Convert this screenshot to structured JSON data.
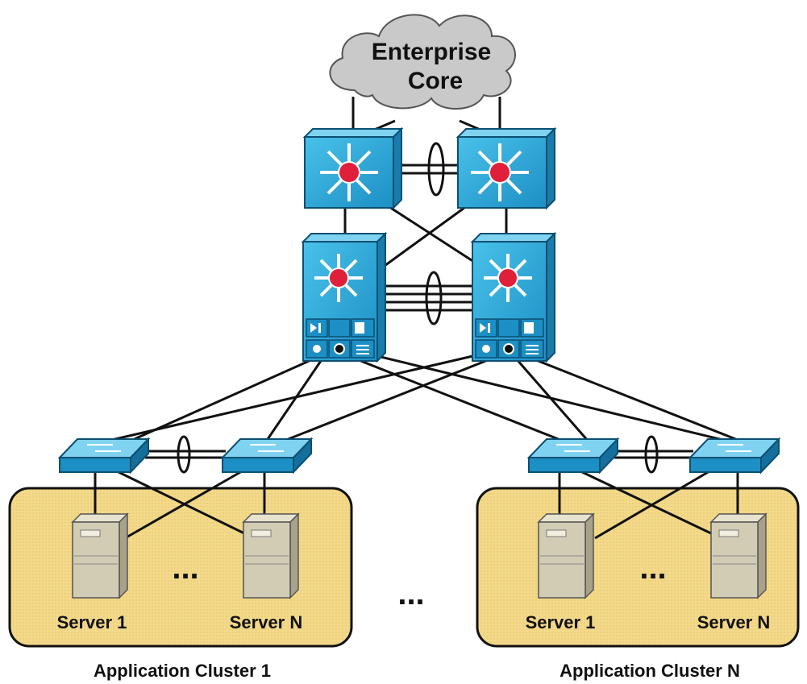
{
  "cloud": {
    "line1": "Enterprise",
    "line2": "Core"
  },
  "clusters": [
    {
      "label": "Application Cluster 1",
      "servers": [
        "Server 1",
        "Server N"
      ],
      "ellipsis": "..."
    },
    {
      "label": "Application Cluster N",
      "servers": [
        "Server 1",
        "Server N"
      ],
      "ellipsis": "..."
    }
  ],
  "between_clusters": "...",
  "icons": {
    "core": "layer3-switch-icon",
    "aggregation": "services-chassis-switch-icon",
    "access": "workgroup-switch-icon",
    "server": "server-tower-icon",
    "port_channel": "port-channel-ellipse-icon"
  },
  "colors": {
    "cluster_fill": "#f3d98a",
    "cloud_fill": "#c9c9c9",
    "switch_blue": "#2aa8d8",
    "server_tan": "#d2ccb5",
    "star_red": "#e0203a"
  }
}
